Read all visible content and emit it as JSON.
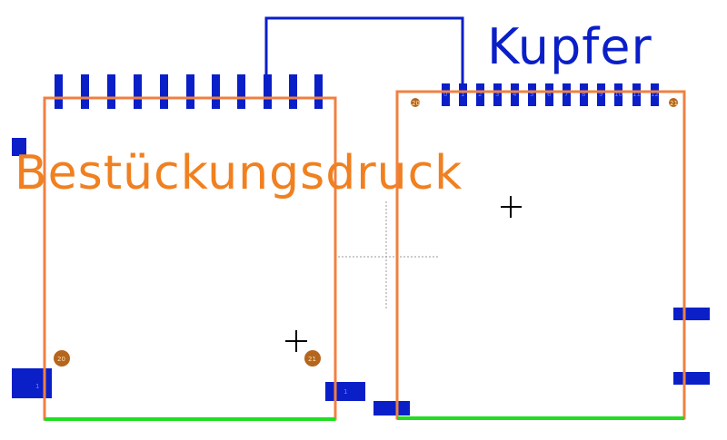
{
  "layer_labels": {
    "silkscreen": "Bestückungsdruck",
    "copper": "Kupfer"
  },
  "colors": {
    "copper": "#0a1fc8",
    "silkscreen_outline": "#f08040",
    "board_edge": "#22dd22",
    "drill_hole": "#b5651d"
  },
  "left_footprint": {
    "holes": [
      "20",
      "21"
    ],
    "side_pad_labels": [
      "1",
      "1"
    ]
  },
  "right_footprint": {
    "pin_labels": [
      "0",
      "1",
      "2",
      "3",
      "4",
      "5",
      "6",
      "7",
      "8",
      "9",
      "10",
      "11",
      "12"
    ],
    "holes": [
      "20",
      "21"
    ]
  }
}
